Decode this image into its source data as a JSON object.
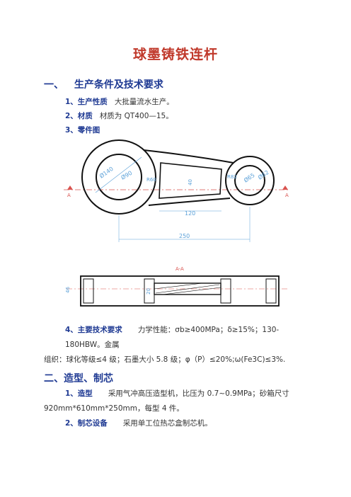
{
  "doc": {
    "title": "球墨铸铁连杆"
  },
  "section1": {
    "num": "一、",
    "heading": "生产条件及技术要求",
    "items": [
      {
        "label": "1、生产性质",
        "text": "大批量流水生产。"
      },
      {
        "label": "2、材质",
        "text": "材质为 QT400—15。"
      },
      {
        "label": "3、零件图",
        "text": ""
      }
    ],
    "req_label": "4、主要技术要求",
    "req_line1": "力学性能：σb≥400MPa；δ≥15%；130-180HBW。金属",
    "req_line2": "组织：球化等级≤4 级；石墨大小 5.8 级；φ（P）≤20%;ω(Fe3C)≤3%."
  },
  "drawing": {
    "dims": {
      "d140": "Ø140",
      "d90": "Ø90",
      "r60": "R60",
      "r82": "R82",
      "d65": "Ø65",
      "d62": "Ø62",
      "w40": "40",
      "w120": "120",
      "w250": "250",
      "h46": "46",
      "h20": "20",
      "section_a": "A",
      "section_label": "A-A"
    }
  },
  "section2": {
    "heading": "二、造型、制芯",
    "item1_label": "1、造型",
    "item1_text": "采用气冲高压造型机，比压为 0.7~0.9MPa；砂箱尺寸",
    "item1_text2": "920mm*610mm*250mm，每型 4 件。",
    "item2_label": "2、制芯设备",
    "item2_text": "采用单工位热芯盒制芯机。"
  },
  "colors": {
    "title": "#c0392b",
    "heading": "#1f3a93",
    "dim_line": "#5aa0d8",
    "center_line": "#d9534f"
  }
}
